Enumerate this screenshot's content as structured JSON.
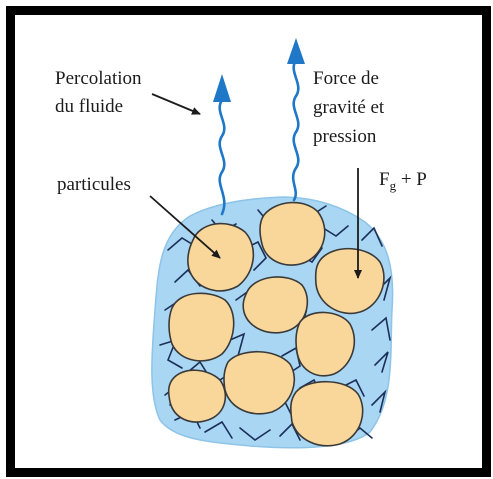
{
  "labels": {
    "percolation_line1": "Percolation",
    "percolation_line2": "du fluide",
    "force_line1": "Force de",
    "force_line2": "gravité et",
    "force_line3": "pression",
    "particules": "particules",
    "fg_main": "F",
    "fg_sub": "g",
    "fg_rest": " + P"
  },
  "colors": {
    "frame": "#000000",
    "fluid": "#a9d6f2",
    "particle_fill": "#f9d79b",
    "particle_stroke": "#3a3a3a",
    "network": "#1c2f58",
    "flow_arrow": "#1f77c7"
  }
}
